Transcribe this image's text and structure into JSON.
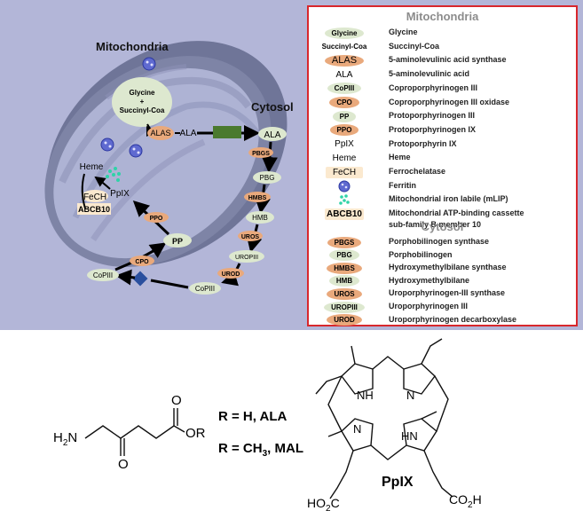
{
  "diagram": {
    "mito_title": "Mitochondria",
    "cytosol_title": "Cytosol",
    "nodes": {
      "glycine": "Glycine",
      "plus": "+",
      "succinyl": "Succinyl-Coa",
      "alas": "ALAS",
      "ala_in": "ALA",
      "ala_out": "ALA",
      "pbgs": "PBGS",
      "pbg": "PBG",
      "hmbs": "HMBS",
      "hmb": "HMB",
      "uros": "UROS",
      "uropiii": "UROPIII",
      "urod": "UROD",
      "copiii_out": "CoPIII",
      "copiii_in": "CoPIII",
      "cpo": "CPO",
      "pp": "PP",
      "ppo": "PPO",
      "ppix": "PpIX",
      "heme": "Heme",
      "fech": "FeCH",
      "abcb10": "ABCB10"
    }
  },
  "legend": {
    "mito_heading": "Mitochondria",
    "cytosol_heading": "Cytosol",
    "mito_items": [
      {
        "badge": "Glycine",
        "label": "Glycine",
        "style": "green"
      },
      {
        "badge": "Succinyl-Coa",
        "label": "Succinyl-Coa",
        "style": "plain"
      },
      {
        "badge": "ALAS",
        "label": "5-aminolevulinic acid synthase",
        "style": "orange"
      },
      {
        "badge": "ALA",
        "label": "5-aminolevulinic acid",
        "style": "plain"
      },
      {
        "badge": "CoPIII",
        "label": "Coproporphyrinogen III",
        "style": "green"
      },
      {
        "badge": "CPO",
        "label": "Coproporphyrinogen III oxidase",
        "style": "orange"
      },
      {
        "badge": "PP",
        "label": "Protoporphyrinogen III",
        "style": "green"
      },
      {
        "badge": "PPO",
        "label": "Protoporphyrinogen IX",
        "style": "orange"
      },
      {
        "badge": "PpIX",
        "label": "Protoporphyrin IX",
        "style": "plain"
      },
      {
        "badge": "Heme",
        "label": "Heme",
        "style": "plain"
      },
      {
        "badge": "FeCH",
        "label": "Ferrochelatase",
        "style": "plain"
      },
      {
        "badge": "",
        "label": "Ferritin",
        "style": "ferritin"
      },
      {
        "badge": "",
        "label": "Mitochondrial iron labile (mLIP)",
        "style": "mlip"
      },
      {
        "badge": "ABCB10",
        "label": "Mitochondrial ATP-binding cassette",
        "label2": "sub-family B member 10",
        "style": "plain"
      }
    ],
    "cytosol_items": [
      {
        "badge": "PBGS",
        "label": "Porphobilinogen synthase",
        "style": "orange"
      },
      {
        "badge": "PBG",
        "label": "Porphobilinogen",
        "style": "green"
      },
      {
        "badge": "HMBS",
        "label": "Hydroxymethylbilane synthase",
        "style": "orange"
      },
      {
        "badge": "HMB",
        "label": "Hydroxymethylbilane",
        "style": "green"
      },
      {
        "badge": "UROS",
        "label": "Uroporphyrinogen-III synthase",
        "style": "orange"
      },
      {
        "badge": "UROPIII",
        "label": "Uroporphyrinogen III",
        "style": "green"
      },
      {
        "badge": "UROD",
        "label": "Uroporphyrinogen decarboxylase",
        "style": "orange"
      }
    ]
  },
  "chemistry": {
    "nh2": "H",
    "nh2_sub": "2",
    "nh2_n": "N",
    "o_keto": "O",
    "o_carbonyl": "O",
    "or": "OR",
    "r_ala": "R = H, ALA",
    "r_mal": "R = CH",
    "r_mal_sub": "3",
    "r_mal_end": ", MAL",
    "nh_top": "NH",
    "n_top": "N",
    "n_bottom": "N",
    "hn_bottom": "HN",
    "ppix_label": "PpIX",
    "ho2c": "HO",
    "ho2c_sub": "2",
    "ho2c_end": "C",
    "co2h": "CO",
    "co2h_sub": "2",
    "co2h_end": "H"
  },
  "colors": {
    "panel_bg": "#b3b6d8",
    "mito_outer": "#7e84a6",
    "mito_inner": "#aeb3d4",
    "green_pill": "#dde8cf",
    "orange_pill": "#e9a97c",
    "legend_border": "#d8272c",
    "connector": "#4a7a2e",
    "transporter": "#2a4f9e"
  }
}
